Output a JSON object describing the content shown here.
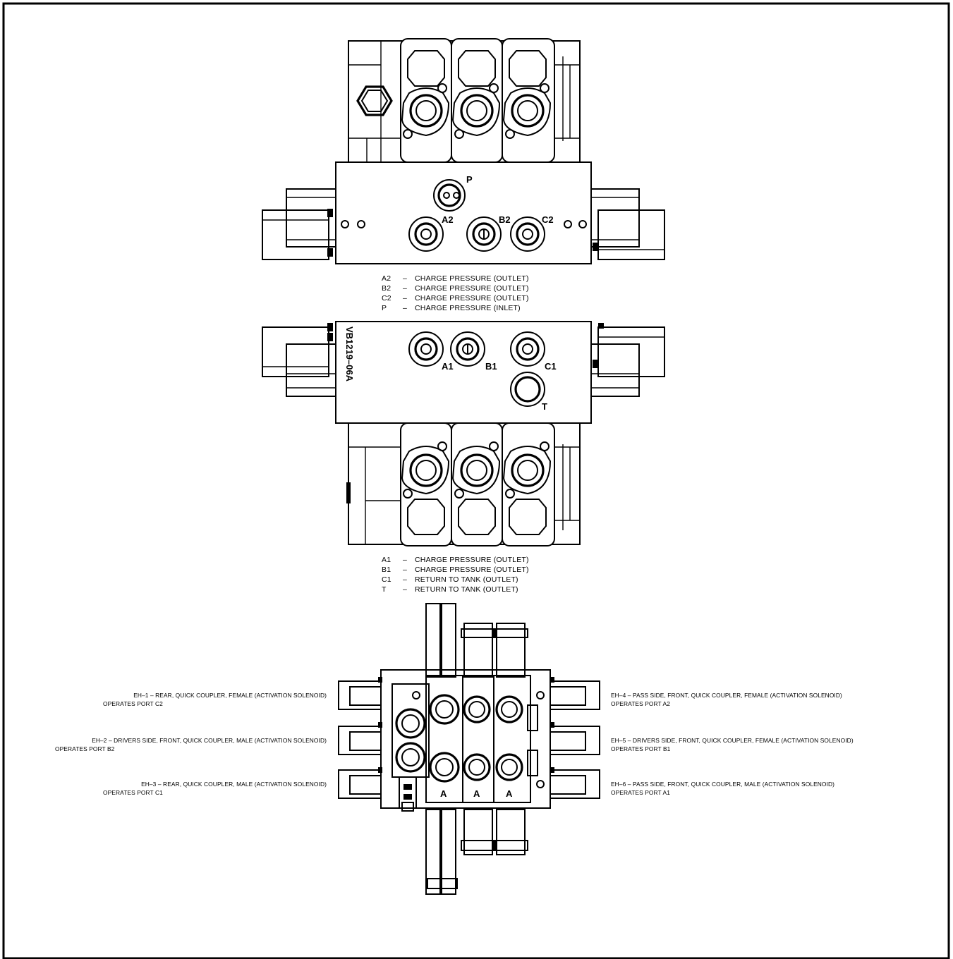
{
  "colors": {
    "line": "#000000",
    "background": "#ffffff"
  },
  "top_view": {
    "port_labels": {
      "p": "P",
      "a2": "A2",
      "b2": "B2",
      "c2": "C2"
    },
    "legend": [
      {
        "code": "A2",
        "dash": "–",
        "text": "CHARGE  PRESSURE  (OUTLET)"
      },
      {
        "code": "B2",
        "dash": "–",
        "text": "CHARGE  PRESSURE  (OUTLET)"
      },
      {
        "code": "C2",
        "dash": "–",
        "text": "CHARGE  PRESSURE  (OUTLET)"
      },
      {
        "code": "P",
        "dash": "–",
        "text": "CHARGE  PRESSURE  (INLET)"
      }
    ]
  },
  "bottom_view": {
    "part_number": "VB1219–06A",
    "port_labels": {
      "a1": "A1",
      "b1": "B1",
      "c1": "C1",
      "t": "T"
    },
    "legend": [
      {
        "code": "A1",
        "dash": "–",
        "text": "CHARGE  PRESSURE  (OUTLET)"
      },
      {
        "code": "B1",
        "dash": "–",
        "text": "CHARGE  PRESSURE  (OUTLET)"
      },
      {
        "code": "C1",
        "dash": "–",
        "text": "RETURN  TO  TANK  (OUTLET)"
      },
      {
        "code": "T",
        "dash": "–",
        "text": "RETURN  TO  TANK  (OUTLET)"
      }
    ]
  },
  "front_view": {
    "section_labels": [
      "A",
      "A",
      "A"
    ],
    "callouts": [
      {
        "line1": "EH–1  –  REAR,  QUICK  COUPLER,  FEMALE  (ACTIVATION  SOLENOID)",
        "line2": "OPERATES  PORT  C2"
      },
      {
        "line1": "EH–2  –  DRIVERS  SIDE,  FRONT,  QUICK  COUPLER,  MALE  (ACTIVATION  SOLENOID)",
        "line2": "OPERATES  PORT  B2"
      },
      {
        "line1": "EH–3  –  REAR,  QUICK  COUPLER,  MALE  (ACTIVATION  SOLENOID)",
        "line2": "OPERATES  PORT  C1"
      },
      {
        "line1": "EH–4  –  PASS  SIDE,  FRONT,  QUICK  COUPLER,  FEMALE  (ACTIVATION  SOLENOID)",
        "line2": "OPERATES  PORT  A2"
      },
      {
        "line1": "EH–5  –  DRIVERS  SIDE,  FRONT,  QUICK  COUPLER,  FEMALE  (ACTIVATION  SOLENOID)",
        "line2": "OPERATES  PORT  B1"
      },
      {
        "line1": "EH–6  –  PASS  SIDE,  FRONT,  QUICK  COUPLER,  MALE  (ACTIVATION  SOLENOID)",
        "line2": "OPERATES  PORT  A1"
      }
    ]
  }
}
